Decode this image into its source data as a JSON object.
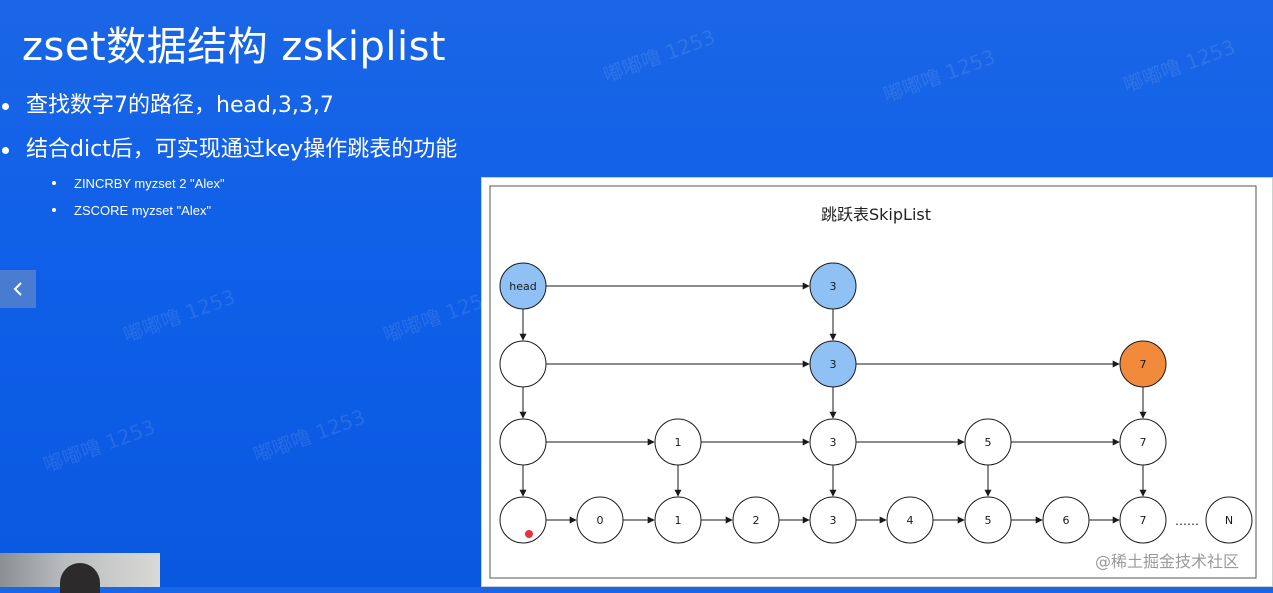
{
  "slide": {
    "title": "zset数据结构 zskiplist",
    "bullets": [
      "查找数字7的路径，head,3,3,7",
      "结合dict后，可实现通过key操作跳表的功能"
    ],
    "sub_bullets": [
      "ZINCRBY myzset 2 \"Alex\"",
      "ZSCORE myzset \"Alex\""
    ]
  },
  "diagram": {
    "title": "跳跃表SkipList",
    "head_label": "head",
    "ellipsis": "……",
    "end_label": "N",
    "colors": {
      "path_node": "#8fc1f5",
      "target_node": "#f28a3b",
      "default_node": "#ffffff",
      "stroke": "#1a1a1a"
    }
  },
  "watermark": {
    "site": "@稀土掘金技术社区",
    "overlay": "嘟嘟噜 1253"
  },
  "icons": {
    "prev": "chevron-left-icon",
    "next": "chevron-right-icon"
  }
}
